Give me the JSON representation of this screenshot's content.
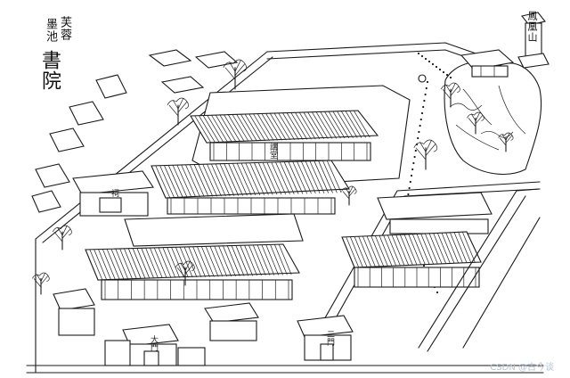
{
  "title": {
    "line_a": "芙蓉",
    "line_b": "墨池",
    "line_c": "書院"
  },
  "labels": {
    "ridge": "鳳凰山",
    "hall_upper": "講堂",
    "hall_lower": "祠",
    "gate_left": "大門",
    "gate_right": "二門"
  },
  "watermark": "CSDN @古今谈",
  "palette": {
    "ink": "#1a1a1a",
    "paper": "#ffffff"
  }
}
